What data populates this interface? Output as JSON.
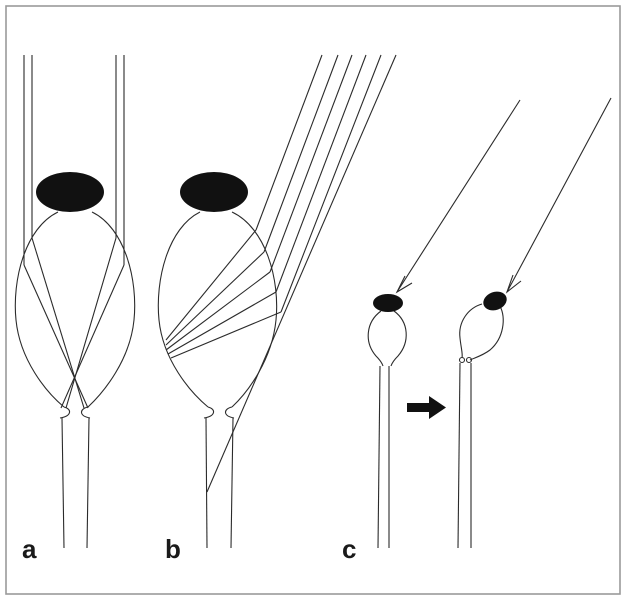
{
  "panels": {
    "a": {
      "label": "a"
    },
    "b": {
      "label": "b"
    },
    "c": {
      "label": "c"
    }
  },
  "colors": {
    "frame": "#9a9a9a",
    "line": "#2b2b2b",
    "fill": "#111111",
    "background": "#ffffff"
  }
}
